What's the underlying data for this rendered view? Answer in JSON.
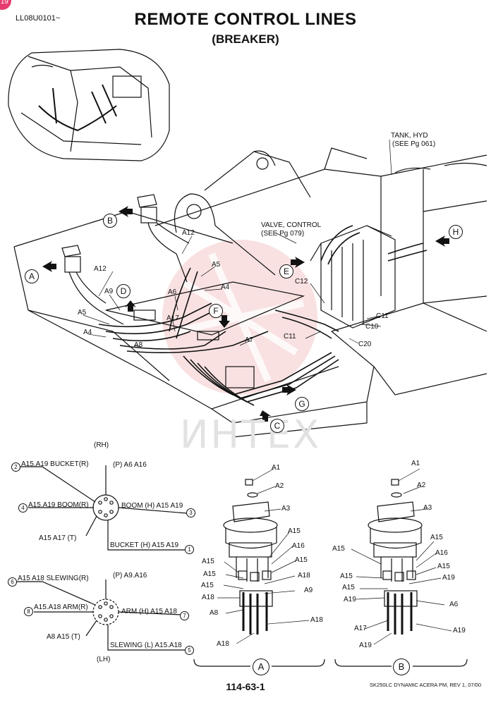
{
  "header": {
    "code": "LL08U0101~",
    "title": "REMOTE CONTROL LINES",
    "subtitle": "(BREAKER)",
    "badge": "19"
  },
  "callouts": {
    "tank": "TANK, HYD",
    "tank_ref": "(SEE Pg  061)",
    "valve": "VALVE, CONTROL",
    "valve_ref": "(SEE Pg  079)",
    "A": "A",
    "B": "B",
    "C": "C",
    "D": "D",
    "E": "E",
    "F": "F",
    "G": "G",
    "H": "H"
  },
  "parts": {
    "A12a": "A12",
    "A12b": "A12",
    "A5a": "A5",
    "A5b": "A5",
    "A4a": "A4",
    "A4b": "A4",
    "A9": "A9",
    "A6": "A6",
    "A17": "A17",
    "A8": "A8",
    "A7": "A7",
    "C12": "C12",
    "C11a": "C11",
    "C11b": "C11",
    "C10": "C10",
    "C20": "C20"
  },
  "rh_pattern": {
    "heading": "(RH)",
    "p": "(P) A6 A16",
    "bucket_r": "A15.A19 BUCKET(R)",
    "bucket_r_num": "2",
    "boom_r": "A15.A19 BOOM(R)",
    "boom_r_num": "4",
    "boom_h": "BOOM (H) A15 A19",
    "boom_h_num": "3",
    "t": "A15 A17 (T)",
    "bucket_h": "BUCKET (H) A15 A19",
    "bucket_h_num": "1"
  },
  "lh_pattern": {
    "heading": "(LH)",
    "p": "(P) A9.A16",
    "slewing_r": "A15 A18 SLEWING(R)",
    "slewing_r_num": "6",
    "arm_r": "A15.A18 ARM(R)",
    "arm_r_num": "8",
    "arm_h": "ARM (H) A15 A18",
    "arm_h_num": "7",
    "t": "A8 A15  (T)",
    "slewing_l": "SLEWING (L) A15.A18",
    "slewing_l_num": "5"
  },
  "detail_a": {
    "label": "A",
    "A1": "A1",
    "A2": "A2",
    "A3": "A3",
    "A15a": "A15",
    "A16": "A16",
    "A15b": "A15",
    "A15c": "A15",
    "A15d": "A15",
    "A18a": "A18",
    "A15e": "A15",
    "A18b": "A18",
    "A9": "A9",
    "A8": "A8",
    "A18c": "A18",
    "A18d": "A18"
  },
  "detail_b": {
    "label": "B",
    "A1": "A1",
    "A2": "A2",
    "A3": "A3",
    "A15a": "A15",
    "A15b": "A15",
    "A16": "A16",
    "A15c": "A15",
    "A15d": "A15",
    "A19a": "A19",
    "A15e": "A15",
    "A19b": "A19",
    "A6": "A6",
    "A17": "A17",
    "A19c": "A19",
    "A19d": "A19"
  },
  "watermark": "ИНТЕХ",
  "footer": {
    "page": "114-63-1",
    "ref": "SK250LC DYNAMIC ACERA PM, REV 1, 07/00"
  }
}
